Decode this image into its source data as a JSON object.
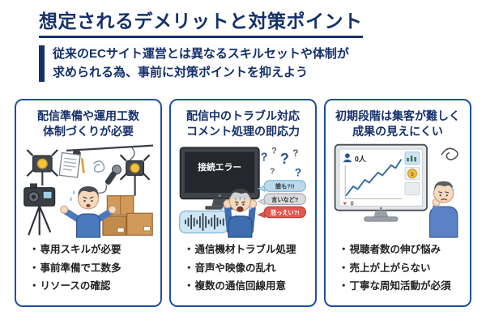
{
  "page": {
    "title": "想定されるデメリットと対策ポイント",
    "subtitle_line1": "従来のECサイト運営とは異なるスキルセットや体制が",
    "subtitle_line2": "求められる為、事前に対策ポイントを抑えよう"
  },
  "ui": {
    "bullet_marker": "・",
    "question_mark": "?",
    "heart_icon": "♥",
    "dollar_icon": "$"
  },
  "colors": {
    "navy_text": "#16306b",
    "card_border": "#1d4fa1",
    "bullet_text": "#222222",
    "person_blue": "#3f6cae",
    "comment_blue": "#bcd9ec",
    "comment_gray": "#d8dadc",
    "comment_red": "#e2574e",
    "accent_yellow": "#f2c43d",
    "chart_blue": "#3a6ea5",
    "heart_red": "#e0565c"
  },
  "cards": [
    {
      "header_line1": "配信準備や運用工数",
      "header_line2": "体制づくりが必要",
      "illustration": "studio-equipment-and-overwhelmed-streamer",
      "bullets": [
        "専用スキルが必要",
        "事前準備で工数多",
        "リソースの確認"
      ]
    },
    {
      "header_line1": "配信中のトラブル対応",
      "header_line2": "コメント処理の即応力",
      "illustration": "connection-error-and-panicked-streamer",
      "screen_label": "接続エラー",
      "comment_bubbles": [
        "誰も?!!",
        "言いなど?",
        "怒っえい?!"
      ],
      "bullets": [
        "通信機材トラブル処理",
        "音声や映像の乱れ",
        "複数の通信回線用意"
      ]
    },
    {
      "header_line1": "初期段階は集客が難しく",
      "header_line2": "成果の見えにくい",
      "illustration": "flat-analytics-and-discouraged-streamer",
      "viewer_count": "0人",
      "like_count": "0",
      "bullets": [
        "視聴者数の伸び悩み",
        "売上が上がらない",
        "丁寧な周知活動が必須"
      ]
    }
  ]
}
